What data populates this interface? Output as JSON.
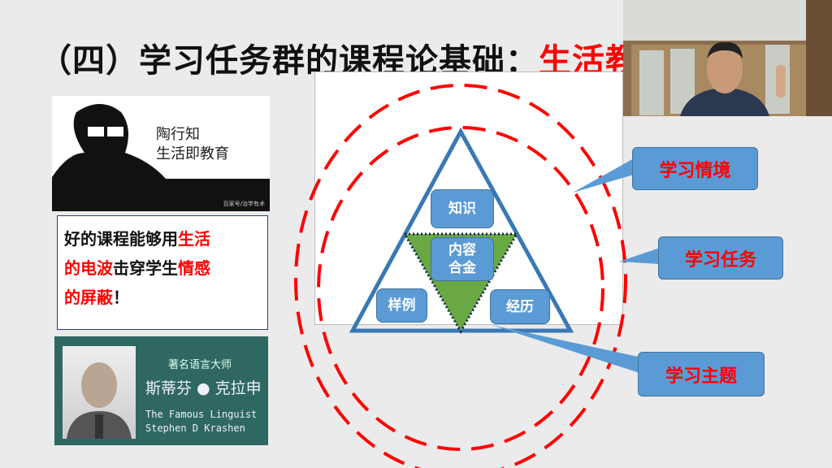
{
  "title": {
    "prefix": "（四）学习任务群的课程论基础：",
    "highlight": "生活教"
  },
  "tao_image": {
    "line1": "陶行知",
    "line2": "生活即教育",
    "watermark": "百家号/治学有术"
  },
  "quote": {
    "parts": [
      {
        "text": "好的课程能够用",
        "red": false
      },
      {
        "text": "生活",
        "red": true
      },
      {
        "text": "的电波",
        "red": true
      },
      {
        "text": "击穿学生",
        "red": false
      },
      {
        "text": "情感",
        "red": true
      },
      {
        "text": "的屏蔽",
        "red": true
      },
      {
        "text": "！",
        "red": false
      }
    ]
  },
  "krashen_image": {
    "subtitle": "著名语言大师",
    "name_cn": "斯蒂芬 ● 克拉申",
    "name_en_1": "The Famous Linguist",
    "name_en_2": "Stephen D Krashen"
  },
  "diagram": {
    "knowledge": "知识",
    "content_1": "内容",
    "content_2": "合金",
    "example": "样例",
    "experience": "经历",
    "callout_situation": "学习情境",
    "callout_task": "学习任务",
    "callout_theme": "学习主题",
    "colors": {
      "circle": "#ff0000",
      "triangle": "#3a78b5",
      "inner": "#6aa844",
      "box": "#5b9bd5"
    }
  }
}
